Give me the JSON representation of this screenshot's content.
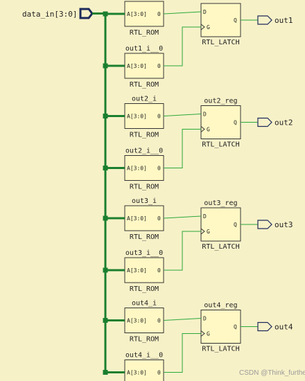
{
  "input_port": "data_in[3:0]",
  "rom": {
    "type": "RTL_ROM",
    "addr_pin": "A[3:0]",
    "out_pin": "0"
  },
  "latch": {
    "type": "RTL_LATCH",
    "d_pin": "D",
    "g_pin": "G",
    "q_pin": "Q"
  },
  "stages": [
    {
      "rom_d_name": "",
      "rom_g_name": "out1_i__0",
      "latch_name": "",
      "output": "out1"
    },
    {
      "rom_d_name": "out2_i",
      "rom_g_name": "out2_i__0",
      "latch_name": "out2_reg",
      "output": "out2"
    },
    {
      "rom_d_name": "out3_i",
      "rom_g_name": "out3_i__0",
      "latch_name": "out3_reg",
      "output": "out3"
    },
    {
      "rom_d_name": "out4_i",
      "rom_g_name": "out4_i__0",
      "latch_name": "out4_reg",
      "output": "out4"
    }
  ],
  "watermark": "CSDN @Think_further",
  "colors": {
    "background": "#f7f1c8",
    "bus": "#1a7f2e",
    "net": "#2aa83a",
    "cell_fill": "#fff8c4",
    "cell_border": "#333333",
    "port": "#1c2a5a"
  }
}
